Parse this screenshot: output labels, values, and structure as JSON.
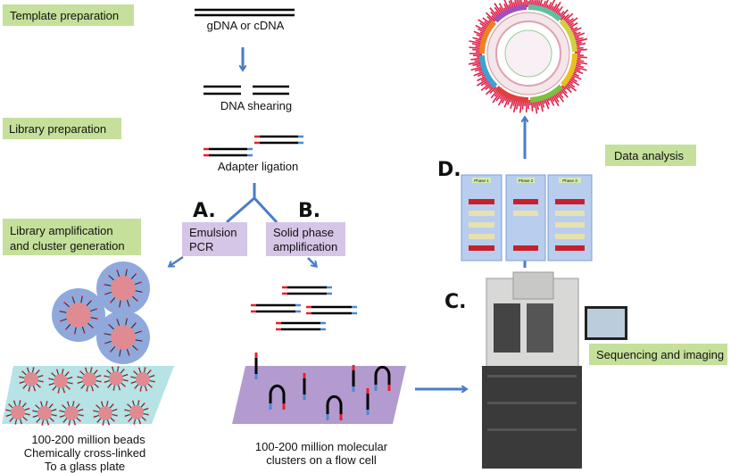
{
  "stages": {
    "template": "Template preparation",
    "library": "Library preparation",
    "amplification_line1": "Library amplification",
    "amplification_line2": "and cluster generation",
    "sequencing": "Sequencing and imaging",
    "analysis": "Data analysis"
  },
  "steps": {
    "gdna": "gDNA or cDNA",
    "shearing": "DNA shearing",
    "ligation": "Adapter ligation"
  },
  "methods": {
    "a_letter": "A.",
    "a_line1": "Emulsion",
    "a_line2": "PCR",
    "b_letter": "B.",
    "b_line1": "Solid phase",
    "b_line2": "amplification",
    "c_letter": "C.",
    "d_letter": "D."
  },
  "captions": {
    "beads": [
      "100-200 million beads",
      "Chemically cross-linked",
      "To a glass plate"
    ],
    "clusters": [
      "100-200 million molecular",
      "clusters on a flow cell"
    ]
  },
  "phases": [
    "Phase 1",
    "Phase 2",
    "Phase 3"
  ],
  "colors": {
    "stage_box": "#c5e09a",
    "method_box": "#d5c5e6",
    "arrow": "#4a7cc7",
    "adapter_red": "#e8202a",
    "adapter_blue": "#4a8ad4",
    "bead": "#e08a92",
    "emulsion": "#8fa9dc",
    "glass": "#b5e3e6",
    "flowcell": "#b39bcf"
  }
}
